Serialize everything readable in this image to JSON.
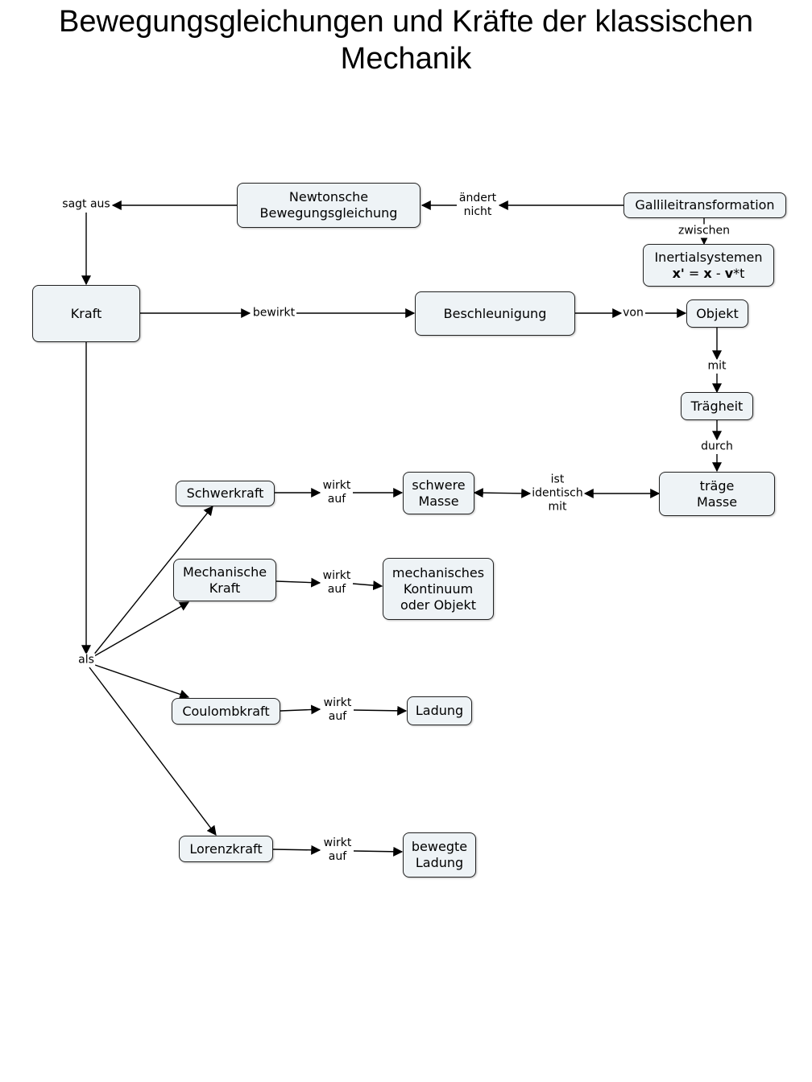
{
  "title": {
    "line1": "Bewegungsgleichungen und Kräfte der klassischen",
    "line2": "Mechanik"
  },
  "nodes": {
    "newton": [
      "Newtonsche",
      "Bewegungsgleichung"
    ],
    "galilei": "Gallileitransformation",
    "inertial": "Inertialsystemen",
    "formula": {
      "x_prime": "x'",
      "eq": "=",
      "x": "x",
      "minus": "-",
      "v": "v",
      "times_t": "*t"
    },
    "kraft": "Kraft",
    "beschleunigung": "Beschleunigung",
    "objekt": "Objekt",
    "traegheit": "Trägheit",
    "traege_masse": [
      "träge",
      "Masse"
    ],
    "schwere_masse": [
      "schwere",
      "Masse"
    ],
    "schwerkraft": "Schwerkraft",
    "mech_kraft": [
      "Mechanische",
      "Kraft"
    ],
    "kontinuum": [
      "mechanisches",
      "Kontinuum",
      "oder Objekt"
    ],
    "coulombkraft": "Coulombkraft",
    "ladung": "Ladung",
    "lorenzkraft": "Lorenzkraft",
    "bewegte_ladung": [
      "bewegte",
      "Ladung"
    ]
  },
  "links": {
    "sagt_aus": "sagt aus",
    "aendert_nicht": [
      "ändert",
      "nicht"
    ],
    "zwischen": "zwischen",
    "bewirkt": "bewirkt",
    "von": "von",
    "mit": "mit",
    "durch": "durch",
    "ist_identisch_mit": [
      "ist",
      "identisch",
      "mit"
    ],
    "als": "als",
    "wirkt_auf": [
      "wirkt",
      "auf"
    ]
  }
}
